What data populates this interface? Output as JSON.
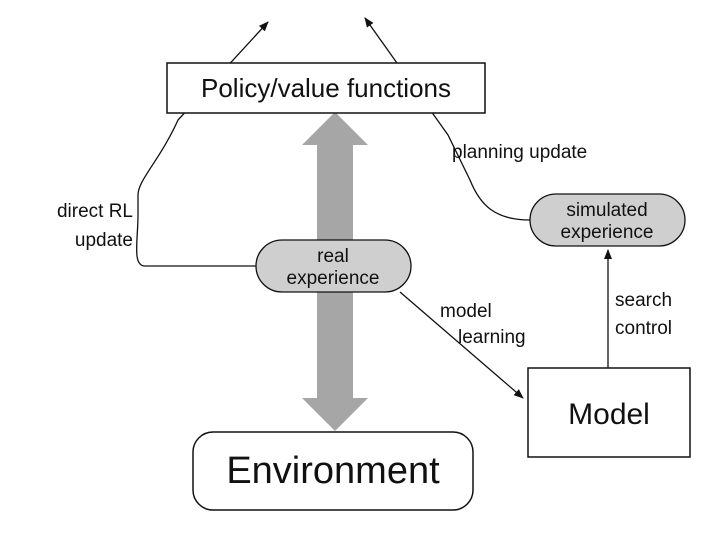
{
  "nodes": {
    "policy": {
      "label": "Policy/value functions"
    },
    "environment": {
      "label": "Environment"
    },
    "model": {
      "label": "Model"
    },
    "real_experience": {
      "line1": "real",
      "line2": "experience"
    },
    "simulated_experience": {
      "line1": "simulated",
      "line2": "experience"
    }
  },
  "edge_labels": {
    "direct_rl": {
      "line1": "direct RL",
      "line2": "update"
    },
    "planning_update": {
      "line1": "planning update"
    },
    "model_learning": {
      "line1": "model",
      "line2": "learning"
    },
    "search_control": {
      "line1": "search",
      "line2": "control"
    }
  },
  "colors": {
    "stroke": "#111111",
    "bubble_fill": "#cfcfcf",
    "big_arrow": "#a6a6a6",
    "background": "#ffffff"
  }
}
